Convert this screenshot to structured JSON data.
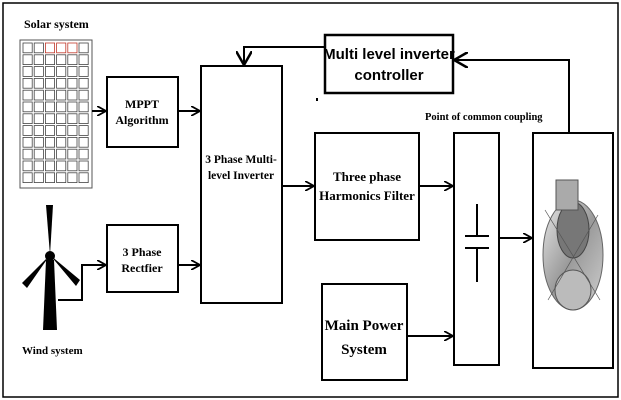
{
  "solar": {
    "label": "Solar system"
  },
  "wind": {
    "label": "Wind system"
  },
  "mppt": {
    "line1": "MPPT",
    "line2": "Algorithm"
  },
  "rectifier": {
    "line1": "3 Phase",
    "line2": "Rectfier"
  },
  "inverter": {
    "line1": "3 Phase Multi-",
    "line2": "level Inverter"
  },
  "controller": {
    "line1": "Multi level inverter",
    "line2": "controller"
  },
  "filter": {
    "line1": "Three phase",
    "line2": "Harmonics Filter"
  },
  "pcc": {
    "label": "Point of common coupling"
  },
  "main_power": {
    "line1": "Main Power",
    "line2": "System"
  }
}
